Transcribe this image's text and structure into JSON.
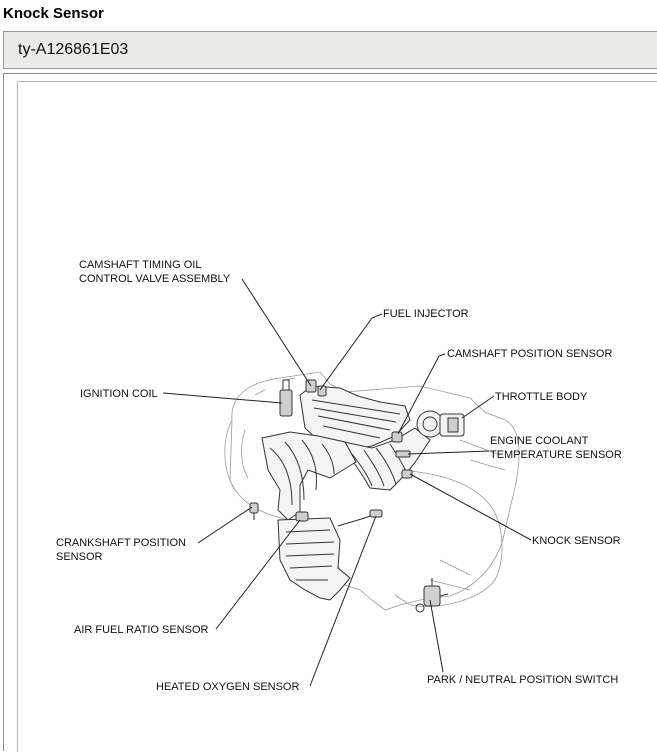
{
  "header": {
    "title": "Knock Sensor"
  },
  "figure": {
    "id": "ty-A126861E03",
    "labels": {
      "camshaft_timing_oil_1": "CAMSHAFT TIMING OIL",
      "camshaft_timing_oil_2": "CONTROL VALVE ASSEMBLY",
      "fuel_injector": "FUEL INJECTOR",
      "camshaft_position_sensor": "CAMSHAFT POSITION SENSOR",
      "ignition_coil": "IGNITION COIL",
      "throttle_body": "THROTTLE BODY",
      "engine_coolant_1": "ENGINE COOLANT",
      "engine_coolant_2": "TEMPERATURE SENSOR",
      "crankshaft_position_1": "CRANKSHAFT POSITION",
      "crankshaft_position_2": "SENSOR",
      "knock_sensor": "KNOCK SENSOR",
      "air_fuel_ratio_sensor": "AIR FUEL RATIO SENSOR",
      "park_neutral_switch": "PARK / NEUTRAL POSITION SWITCH",
      "heated_oxygen_sensor": "HEATED OXYGEN SENSOR"
    }
  }
}
